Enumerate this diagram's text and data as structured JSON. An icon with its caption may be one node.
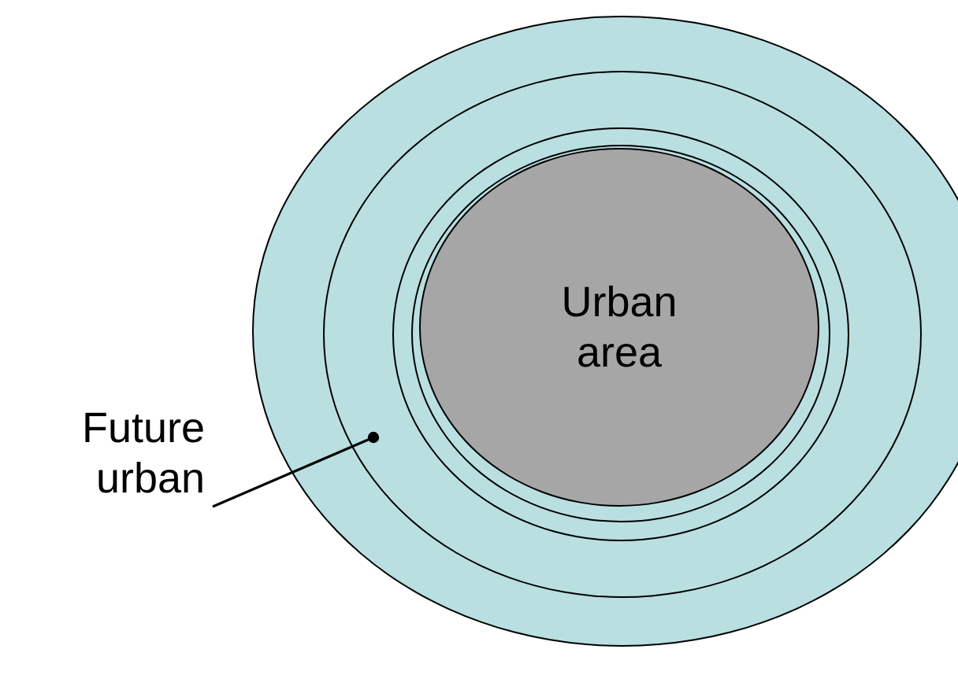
{
  "diagram": {
    "nodes": [
      {
        "text": [],
        "shape": "circle"
      },
      {
        "text": [],
        "shape": "circle",
        "in": 0
      },
      {
        "text": [],
        "shape": "circle",
        "in": 1
      },
      {
        "text": [],
        "shape": "circle",
        "in": 2
      },
      {
        "text": [
          "Urban area"
        ],
        "in": 3
      },
      {
        "text": [
          "Future urban"
        ]
      }
    ],
    "edges": [
      {
        "from": 5,
        "to": 1,
        "arrow": "other"
      }
    ]
  }
}
